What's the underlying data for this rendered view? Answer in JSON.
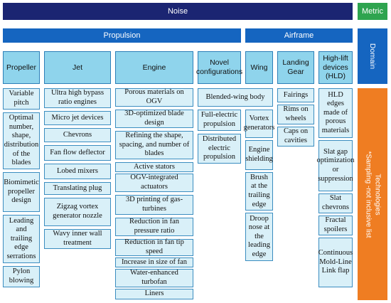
{
  "top": {
    "noise": "Noise",
    "metric": "Metric"
  },
  "second": {
    "propulsion": "Propulsion",
    "airframe": "Airframe"
  },
  "side": {
    "domain": "Domain",
    "tech_line1": "Technologies",
    "tech_line2": "*Sampling -not inclusive list"
  },
  "headers": {
    "propeller": "Propeller",
    "jet": "Jet",
    "engine": "Engine",
    "novel": "Novel configurations",
    "wing": "Wing",
    "landing": "Landing Gear",
    "hld": "High-lift devices (HLD)"
  },
  "propeller": [
    "Variable pitch",
    "Optimal number, shape, distribution of the blades",
    "Biomimetic propeller design",
    "Leading and trailing edge serrations",
    "Pylon blowing"
  ],
  "jet": [
    "Ultra high bypass ratio engines",
    "Micro jet devices",
    "Chevrons",
    "Fan flow deflector",
    "Lobed mixers",
    "Translating plug",
    "Zigzag vortex generator nozzle",
    "Wavy inner wall treatment"
  ],
  "engine": [
    "Porous materials on OGV",
    "3D-optimized blade design",
    "Refining the shape, spacing, and number of blades",
    "Active stators",
    "OGV-integrated actuators",
    "3D printing of gas-turbines",
    "Reduction in fan pressure ratio",
    "Reduction in fan tip speed",
    "Increase in size of fan",
    "Water-enhanced turbofan",
    "Liners"
  ],
  "novel": [
    "Blended-wing body",
    "Full-electric propulsion",
    "Distributed electric propulsion"
  ],
  "wing": [
    "Vortex generators",
    "Engine shielding",
    "Brush at the trailing edge",
    "Droop nose at the leading edge"
  ],
  "landing": [
    "Fairings",
    "Rims on wheels",
    "Caps on cavities"
  ],
  "hld": [
    "HLD edges made of porous materials",
    "Slat gap optimization or suppression",
    "Slat chevrons",
    "Fractal spoilers",
    "Continuous Mold-Line Link flap"
  ]
}
